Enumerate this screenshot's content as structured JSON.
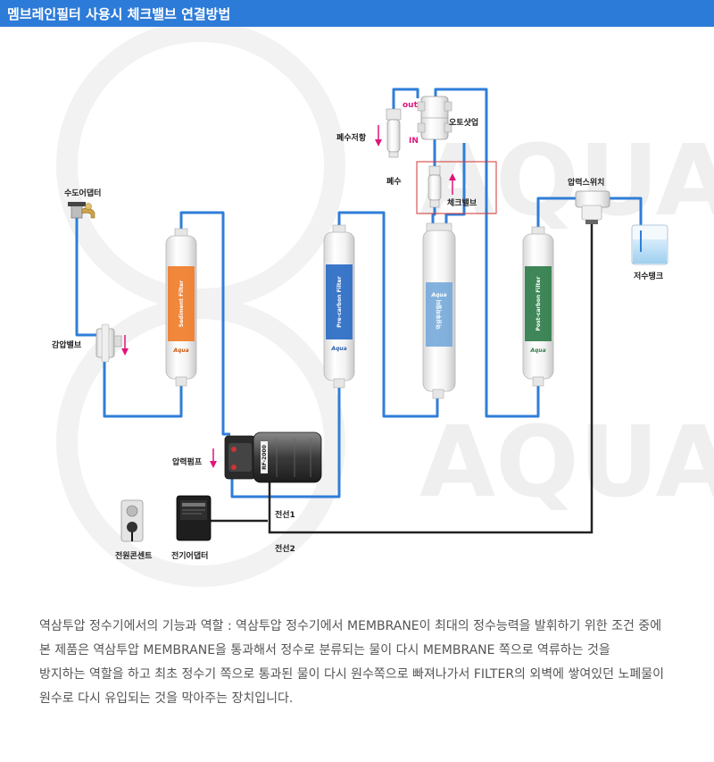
{
  "header": {
    "title": "멤브레인필터 사용시 체크밸브 연결방법"
  },
  "diagram": {
    "watermark": "AQUA",
    "labels": {
      "tap_adapter": "수도어댑터",
      "pressure_valve": "감압밸브",
      "pressure_pump": "압력펌프",
      "power_outlet": "전원콘센트",
      "power_adapter": "전기어댑터",
      "wire1": "전선1",
      "wire2": "전선2",
      "drain_resistor": "폐수저항",
      "drain": "폐수",
      "out": "out",
      "in": "IN",
      "auto_shutoff": "오토샷업",
      "check_valve": "체크밸브",
      "pressure_switch": "압력스위치",
      "storage_tank": "저수탱크"
    },
    "filter_labels": {
      "sediment": "Sediment Filter",
      "precarbon": "Pre-carbon Filter",
      "membrane": "역삼투막필터",
      "postcarbon": "Post-carbon Filter",
      "brand": "Aqua",
      "pump_model": "RF-2000"
    },
    "colors": {
      "pipe": "#2f7ed8",
      "wire": "#222222",
      "accent": "#e0147a",
      "highlight_box": "#d33333",
      "sediment": "#f07d2a",
      "precarbon": "#2a6bc4",
      "membrane": "#6fa5d8",
      "postcarbon": "#2f7d4a"
    }
  },
  "description": {
    "lines": [
      "역삼투압 정수기에서의 기능과 역할 : 역삼투압 정수기에서 MEMBRANE이 최대의 정수능력을 발휘하기 위한 조건 중에",
      "본 제품은 역삼투압 MEMBRANE을 통과해서 정수로 분류되는 물이 다시 MEMBRANE 쪽으로 역류하는 것을",
      "방지하는 역할을 하고 최초 정수기 쪽으로 통과된 물이 다시 원수쪽으로 빠져나가서 FILTER의 외벽에 쌓여있던 노폐물이",
      "원수로 다시 유입되는 것을 막아주는 장치입니다."
    ]
  }
}
